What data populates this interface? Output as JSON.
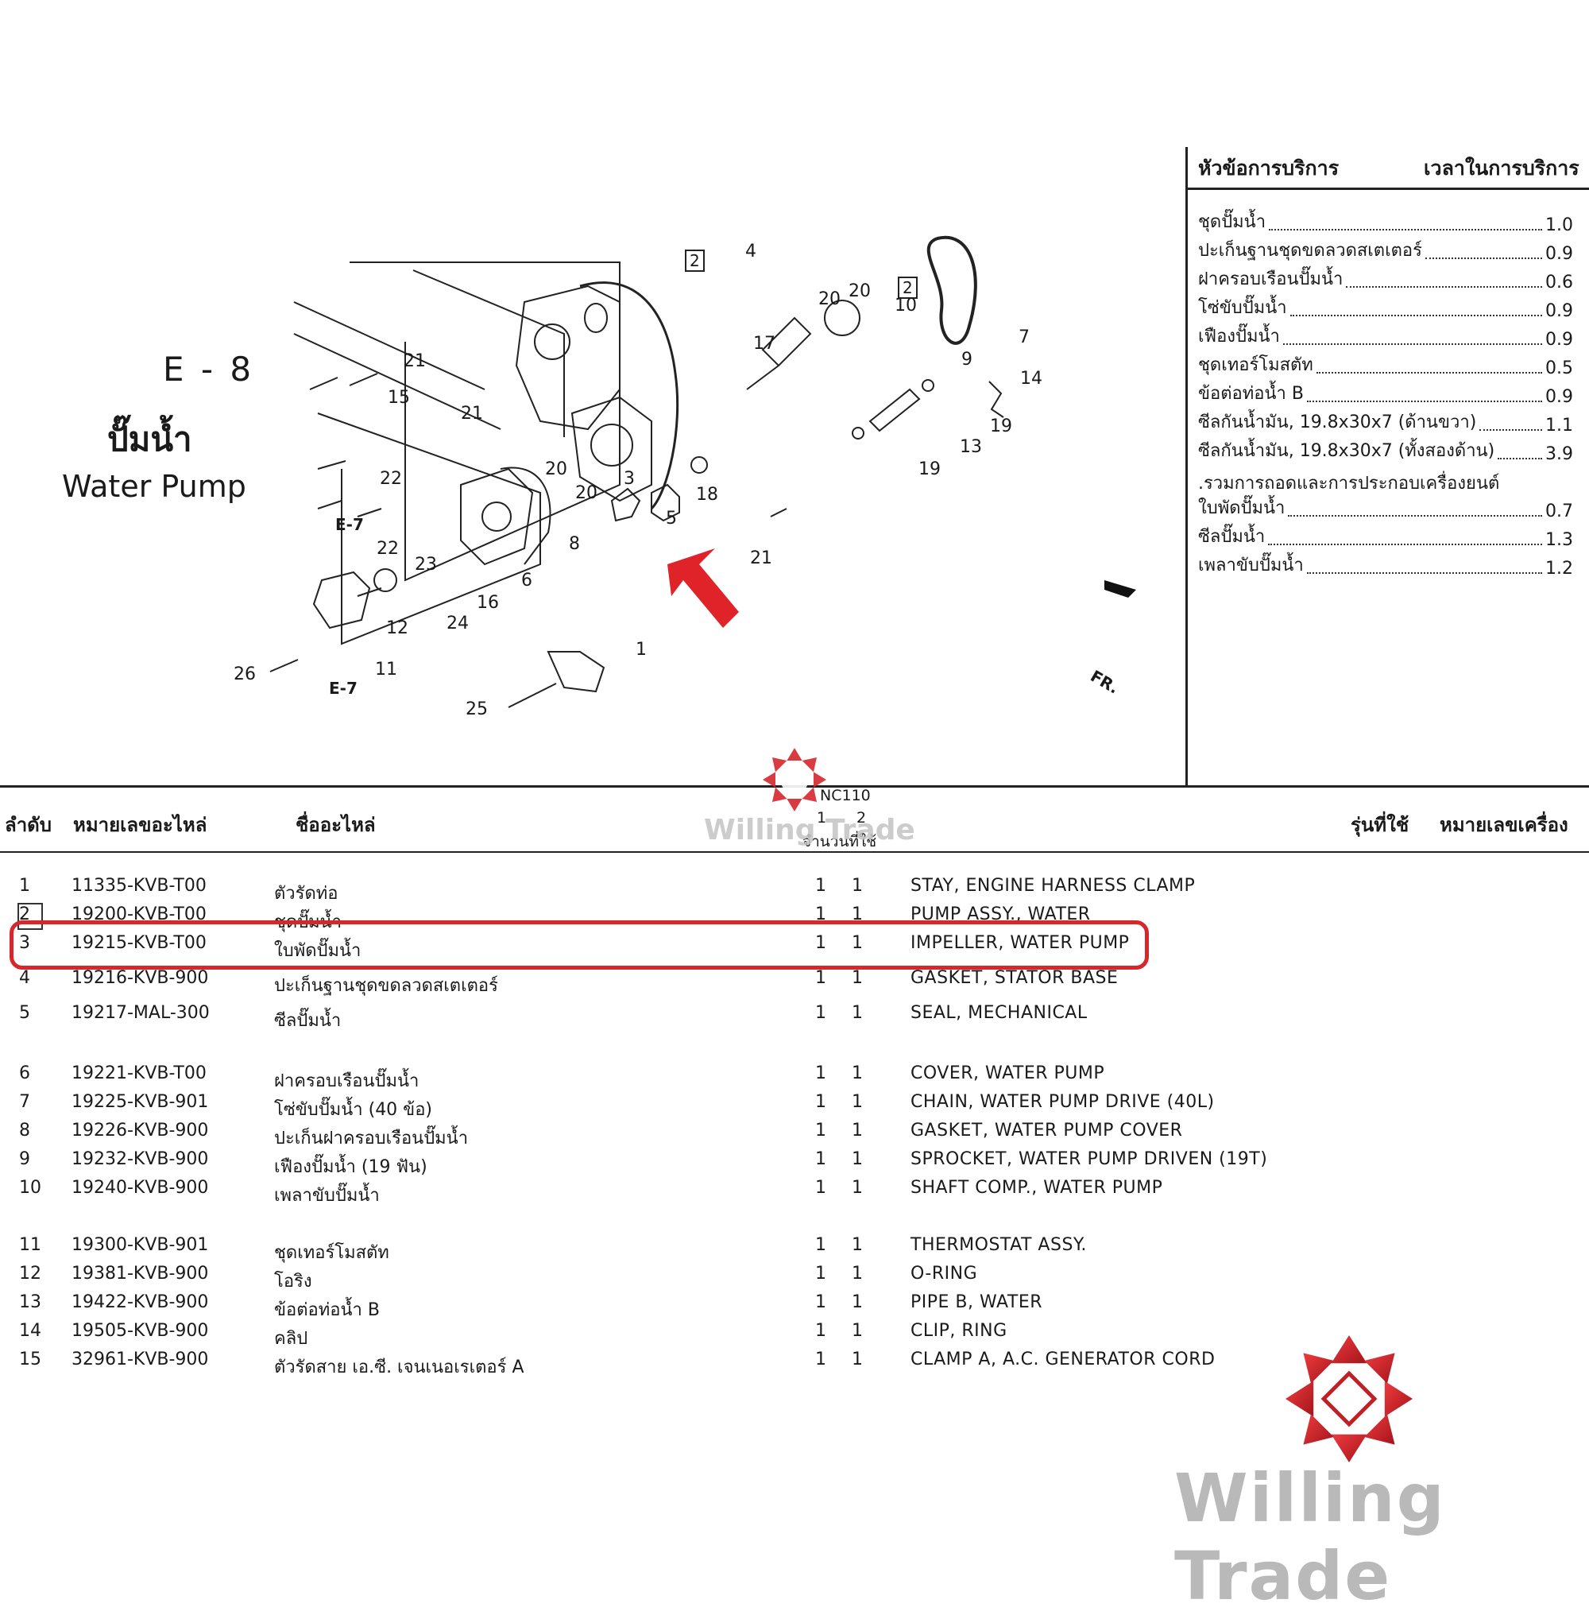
{
  "section": {
    "code": "E - 8",
    "title_thai": "ปั๊มน้ำ",
    "title_en": "Water Pump"
  },
  "service_table": {
    "header_left": "หัวข้อการบริการ",
    "header_right": "เวลาในการบริการ",
    "items": [
      {
        "name": "ชุดปั๊มน้ำ",
        "time": "1.0"
      },
      {
        "name": "ปะเก็นฐานชุดขดลวดสเตเตอร์",
        "time": "0.9"
      },
      {
        "name": "ฝาครอบเรือนปั๊มน้ำ",
        "time": "0.6"
      },
      {
        "name": "โซ่ขับปั๊มน้ำ",
        "time": "0.9"
      },
      {
        "name": "เฟืองปั๊มน้ำ",
        "time": "0.9"
      },
      {
        "name": "ชุดเทอร์โมสตัท",
        "time": "0.5"
      },
      {
        "name": "ข้อต่อท่อน้ำ B",
        "time": "0.9"
      },
      {
        "name": "ซีลกันน้ำมัน, 19.8x30x7 (ด้านขวา)",
        "time": "1.1"
      },
      {
        "name": "ซีลกันน้ำมัน, 19.8x30x7 (ทั้งสองด้าน)",
        "time": "3.9"
      }
    ],
    "note": ".รวมการถอดและการประกอบเครื่องยนต์",
    "items2": [
      {
        "name": "ใบพัดปั๊มน้ำ",
        "time": "0.7"
      },
      {
        "name": "ซีลปั๊มน้ำ",
        "time": "1.3"
      },
      {
        "name": "เพลาขับปั๊มน้ำ",
        "time": "1.2"
      }
    ]
  },
  "diagram": {
    "callouts": [
      "1",
      "2",
      "3",
      "4",
      "5",
      "6",
      "7",
      "8",
      "9",
      "10",
      "11",
      "12",
      "13",
      "14",
      "15",
      "16",
      "17",
      "18",
      "19",
      "20",
      "21",
      "22",
      "23",
      "24",
      "25",
      "26"
    ],
    "ref_e7": "E-7",
    "fr_label": "FR."
  },
  "parts_header": {
    "col_index": "ลำดับ",
    "col_part_no": "หมายเลขอะไหล่",
    "col_name": "ชื่ออะไหล่",
    "model": "NC110",
    "qty_1": "1",
    "qty_2": "2",
    "qty_label": "จำนวนที่ใช้",
    "col_model": "รุ่นที่ใช้",
    "col_engine": "หมายเลขเครื่อง"
  },
  "parts": [
    {
      "idx": "1",
      "part_no": "11335-KVB-T00",
      "name_th": "ตัวรัดท่อ",
      "q1": "1",
      "q2": "1",
      "name_en": "STAY, ENGINE HARNESS CLAMP"
    },
    {
      "idx": "2",
      "part_no": "19200-KVB-T00",
      "name_th": "ชุดปั๊มน้ำ",
      "q1": "1",
      "q2": "1",
      "name_en": "PUMP ASSY., WATER"
    },
    {
      "idx": "3",
      "part_no": "19215-KVB-T00",
      "name_th": "ใบพัดปั๊มน้ำ",
      "q1": "1",
      "q2": "1",
      "name_en": "IMPELLER, WATER PUMP"
    },
    {
      "idx": "4",
      "part_no": "19216-KVB-900",
      "name_th": "ปะเก็นฐานชุดขดลวดสเตเตอร์",
      "q1": "1",
      "q2": "1",
      "name_en": "GASKET, STATOR BASE"
    },
    {
      "idx": "5",
      "part_no": "19217-MAL-300",
      "name_th": "ซีลปั๊มน้ำ",
      "q1": "1",
      "q2": "1",
      "name_en": "SEAL, MECHANICAL"
    },
    {
      "idx": "6",
      "part_no": "19221-KVB-T00",
      "name_th": "ฝาครอบเรือนปั๊มน้ำ",
      "q1": "1",
      "q2": "1",
      "name_en": "COVER, WATER PUMP"
    },
    {
      "idx": "7",
      "part_no": "19225-KVB-901",
      "name_th": "โซ่ขับปั๊มน้ำ (40 ข้อ)",
      "q1": "1",
      "q2": "1",
      "name_en": "CHAIN, WATER PUMP DRIVE (40L)"
    },
    {
      "idx": "8",
      "part_no": "19226-KVB-900",
      "name_th": "ปะเก็นฝาครอบเรือนปั๊มน้ำ",
      "q1": "1",
      "q2": "1",
      "name_en": "GASKET, WATER PUMP COVER"
    },
    {
      "idx": "9",
      "part_no": "19232-KVB-900",
      "name_th": "เฟืองปั๊มน้ำ (19 ฟัน)",
      "q1": "1",
      "q2": "1",
      "name_en": "SPROCKET, WATER PUMP DRIVEN (19T)"
    },
    {
      "idx": "10",
      "part_no": "19240-KVB-900",
      "name_th": "เพลาขับปั๊มน้ำ",
      "q1": "1",
      "q2": "1",
      "name_en": "SHAFT COMP., WATER PUMP"
    },
    {
      "idx": "11",
      "part_no": "19300-KVB-901",
      "name_th": "ชุดเทอร์โมสตัท",
      "q1": "1",
      "q2": "1",
      "name_en": "THERMOSTAT ASSY."
    },
    {
      "idx": "12",
      "part_no": "19381-KVB-900",
      "name_th": "โอริง",
      "q1": "1",
      "q2": "1",
      "name_en": "O-RING"
    },
    {
      "idx": "13",
      "part_no": "19422-KVB-900",
      "name_th": "ข้อต่อท่อน้ำ B",
      "q1": "1",
      "q2": "1",
      "name_en": "PIPE B, WATER"
    },
    {
      "idx": "14",
      "part_no": "19505-KVB-900",
      "name_th": "คลิป",
      "q1": "1",
      "q2": "1",
      "name_en": "CLIP, RING"
    },
    {
      "idx": "15",
      "part_no": "32961-KVB-900",
      "name_th": "ตัวรัดสาย เอ.ซี. เจนเนอเรเตอร์ A",
      "q1": "1",
      "q2": "1",
      "name_en": "CLAMP A, A.C. GENERATOR CORD"
    }
  ],
  "branding": {
    "name": "Willing Trade",
    "accent_color": "#d7262c"
  }
}
